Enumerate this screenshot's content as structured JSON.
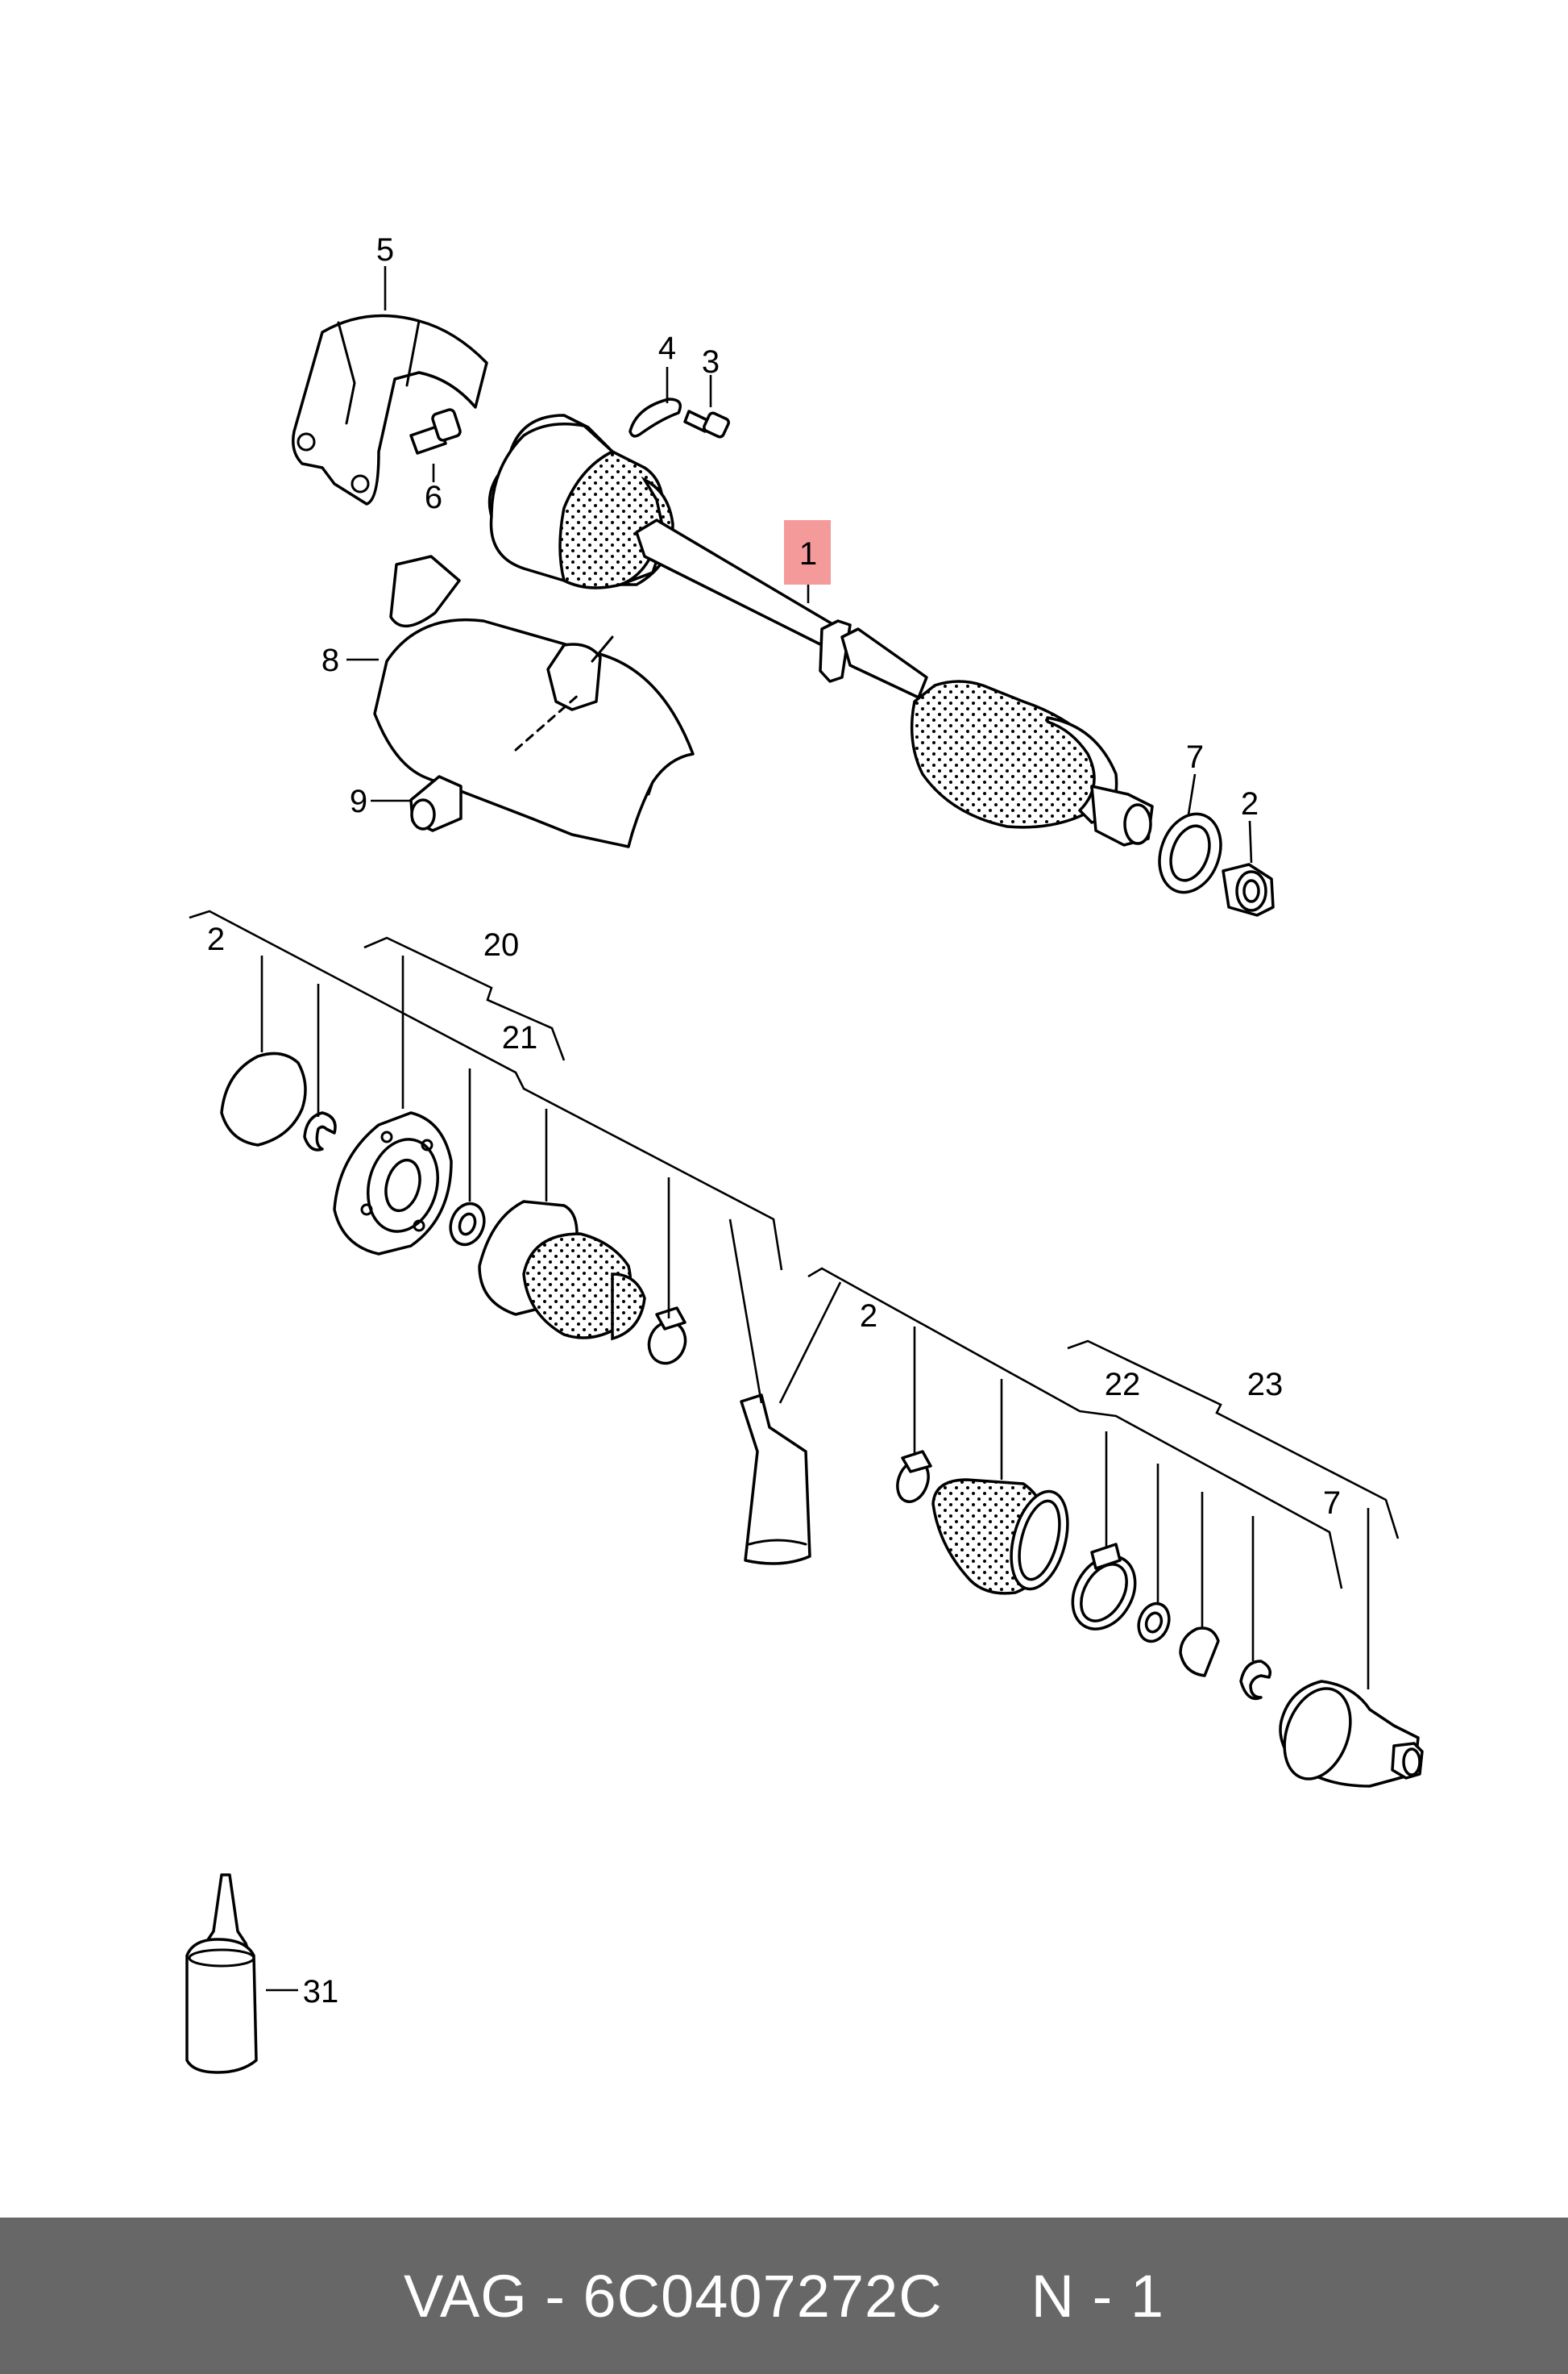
{
  "callouts": {
    "c1": "1",
    "c2a": "2",
    "c2b": "2",
    "c2c": "2",
    "c3": "3",
    "c4": "4",
    "c5": "5",
    "c6": "6",
    "c7a": "7",
    "c7b": "7",
    "c8": "8",
    "c9": "9",
    "c20": "20",
    "c21": "21",
    "c22": "22",
    "c23": "23",
    "c31": "31"
  },
  "highlight_color": "#f59a9a",
  "footer": {
    "part_label": "VAG - 6C0407272C",
    "quantity_label": "N - 1"
  },
  "footer_color": "#676767"
}
